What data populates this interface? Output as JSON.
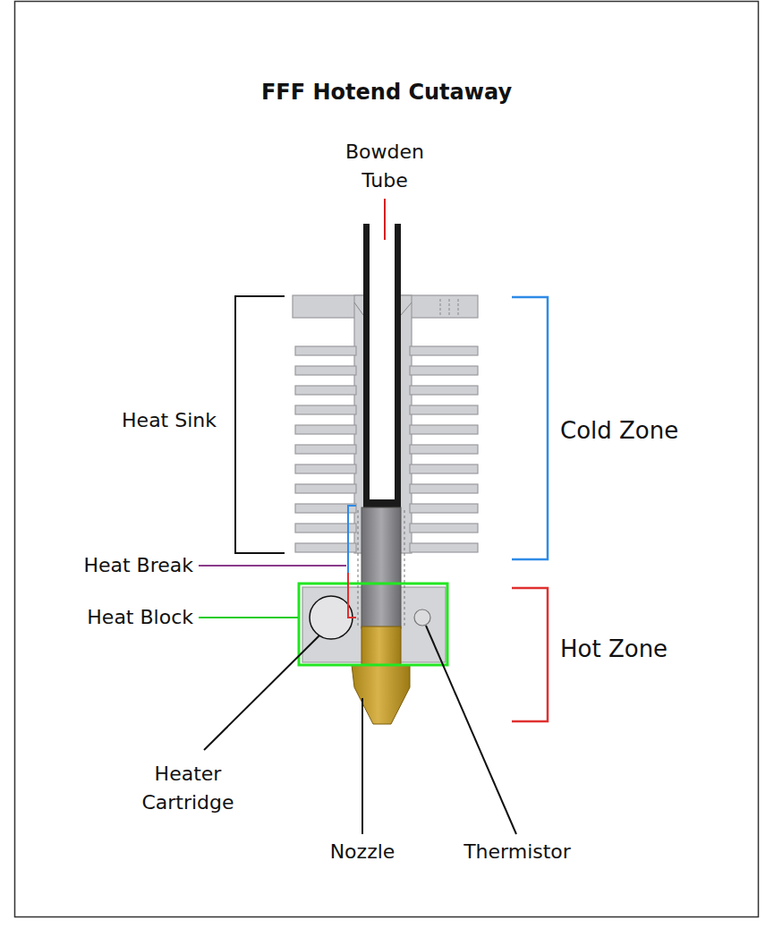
{
  "diagram": {
    "title": "FFF Hotend Cutaway",
    "labels": [
      "Bowden Tube",
      "Heat Sink",
      "Cold Zone",
      "Heat Break",
      "Heat Block",
      "Hot Zone",
      "Heater Cartridge",
      "Nozzle",
      "Thermistor"
    ]
  }
}
